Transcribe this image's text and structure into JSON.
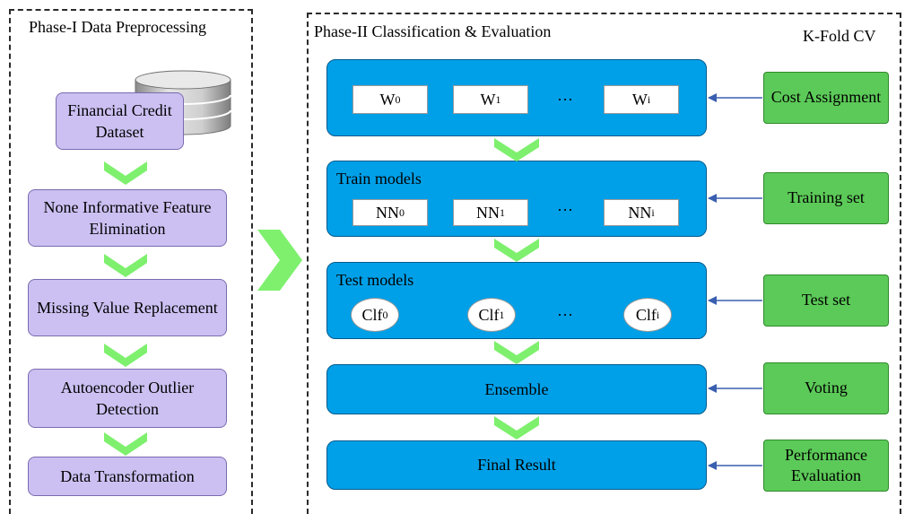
{
  "phase1": {
    "title": "Phase-I Data Preprocessing",
    "steps": [
      "Financial Credit Dataset",
      "None Informative Feature Elimination",
      "Missing Value Replacement",
      "Autoencoder Outlier Detection",
      "Data Transformation"
    ]
  },
  "phase2": {
    "title": "Phase-II Classification & Evaluation",
    "kfold_label": "K-Fold CV",
    "weights": {
      "items": [
        {
          "base": "W",
          "sub": "0"
        },
        {
          "base": "W",
          "sub": "1"
        },
        {
          "base": "W",
          "sub": "i"
        }
      ],
      "ellipsis": "···"
    },
    "train": {
      "label": "Train models",
      "items": [
        {
          "base": "NN",
          "sub": "0"
        },
        {
          "base": "NN",
          "sub": "1"
        },
        {
          "base": "NN",
          "sub": "i"
        }
      ],
      "ellipsis": "···"
    },
    "test": {
      "label": "Test models",
      "items": [
        {
          "base": "Clf",
          "sub": "0"
        },
        {
          "base": "Clf",
          "sub": "1"
        },
        {
          "base": "Clf",
          "sub": "i"
        }
      ],
      "ellipsis": "···"
    },
    "ensemble_label": "Ensemble",
    "final_label": "Final Result",
    "inputs": [
      "Cost Assignment",
      "Training set",
      "Test set",
      "Voting",
      "Performance Evaluation"
    ]
  },
  "colors": {
    "purple_fill": "#ccc0f2",
    "blue_fill": "#00a0e8",
    "green_fill": "#5cca58",
    "chevron": "#7ef06e",
    "arrow": "#3a5fb0"
  }
}
